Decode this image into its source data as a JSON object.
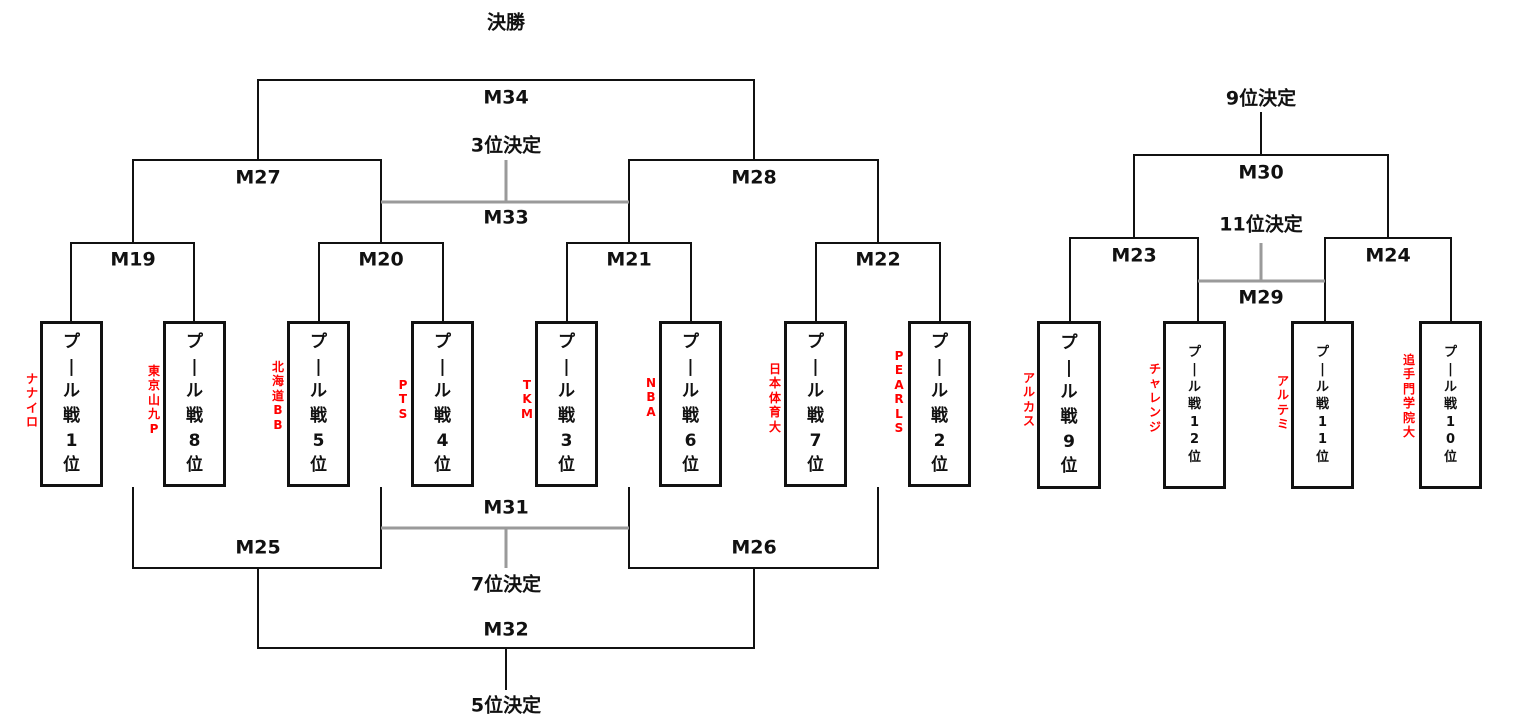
{
  "labels": {
    "final": "決勝",
    "third": "3位決定",
    "fifth": "5位決定",
    "seventh": "7位決定",
    "ninth": "9位決定",
    "eleventh": "11位決定"
  },
  "matches": {
    "m19": "M19",
    "m20": "M20",
    "m21": "M21",
    "m22": "M22",
    "m23": "M23",
    "m24": "M24",
    "m25": "M25",
    "m26": "M26",
    "m27": "M27",
    "m28": "M28",
    "m29": "M29",
    "m30": "M30",
    "m31": "M31",
    "m32": "M32",
    "m33": "M33",
    "m34": "M34"
  },
  "pools": [
    {
      "text": "プール戦1位",
      "team": "ナナイロ"
    },
    {
      "text": "プール戦8位",
      "team": "東京山九P"
    },
    {
      "text": "プール戦5位",
      "team": "北海道BB"
    },
    {
      "text": "プール戦4位",
      "team": "PTS"
    },
    {
      "text": "プール戦3位",
      "team": "TKM"
    },
    {
      "text": "プール戦6位",
      "team": "NBA"
    },
    {
      "text": "プール戦7位",
      "team": "日本体育大"
    },
    {
      "text": "プール戦2位",
      "team": "PEARLS"
    },
    {
      "text": "プール戦9位",
      "team": "アルカス"
    },
    {
      "text": "プール戦12位",
      "team": "チャレンジ"
    },
    {
      "text": "プール戦11位",
      "team": "アルテミ"
    },
    {
      "text": "プール戦10位",
      "team": "追手門学院大"
    }
  ],
  "colors": {
    "line": "#111111",
    "consolation_line": "#9a9a9a",
    "team_text": "#ff0000"
  }
}
